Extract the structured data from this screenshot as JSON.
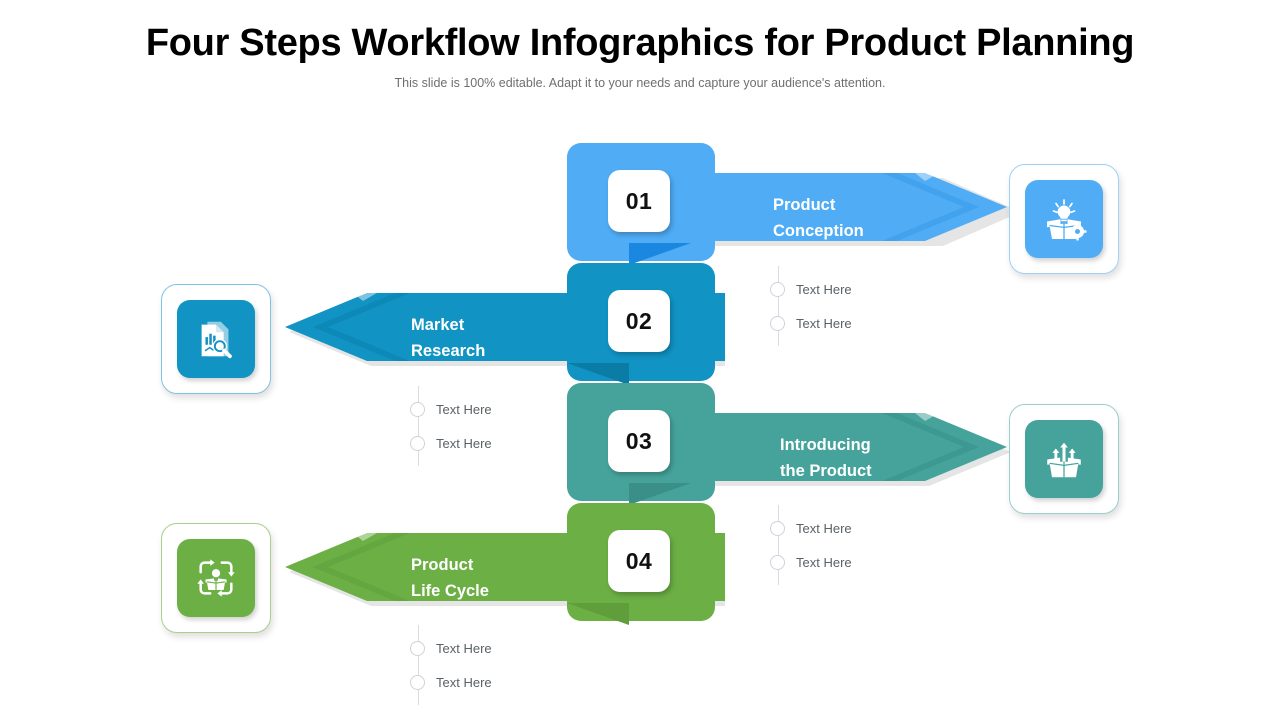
{
  "header": {
    "title": "Four Steps Workflow Infographics for Product Planning",
    "subtitle": "This slide is 100% editable. Adapt it to your needs and capture your audience's attention."
  },
  "colors": {
    "step1": "#4FACF5",
    "step1_dark": "#1A87E0",
    "step1_tip": "#3FA0EC",
    "step2": "#1193C4",
    "step2_dark": "#0B7CA6",
    "step2_tip": "#0D87B6",
    "step3": "#45A39B",
    "step3_dark": "#3A8F88",
    "step3_tip": "#3D9790",
    "step4": "#6CAF45",
    "step4_dark": "#5F9E3B",
    "step4_tip": "#63A53E",
    "bullet_text": "#5b6266",
    "bullet_rail": "#d8dce0",
    "title_text": "#000000",
    "subtitle_text": "#6f6f6f"
  },
  "steps": [
    {
      "number": "01",
      "label": "Product\nConception",
      "direction": "right",
      "color": "#4FACF5",
      "icon_name": "box-lightbulb-gear-icon",
      "bullets": [
        "Text Here",
        "Text Here"
      ]
    },
    {
      "number": "02",
      "label": "Market\nResearch",
      "direction": "left",
      "color": "#1193C4",
      "icon_name": "document-chart-magnifier-icon",
      "bullets": [
        "Text Here",
        "Text Here"
      ]
    },
    {
      "number": "03",
      "label": "Introducing\nthe Product",
      "direction": "right",
      "color": "#45A39B",
      "icon_name": "box-growth-arrows-icon",
      "bullets": [
        "Text Here",
        "Text Here"
      ]
    },
    {
      "number": "04",
      "label": "Product\nLife Cycle",
      "direction": "left",
      "color": "#6CAF45",
      "icon_name": "box-person-recycle-icon",
      "bullets": [
        "Text Here",
        "Text Here"
      ]
    }
  ]
}
